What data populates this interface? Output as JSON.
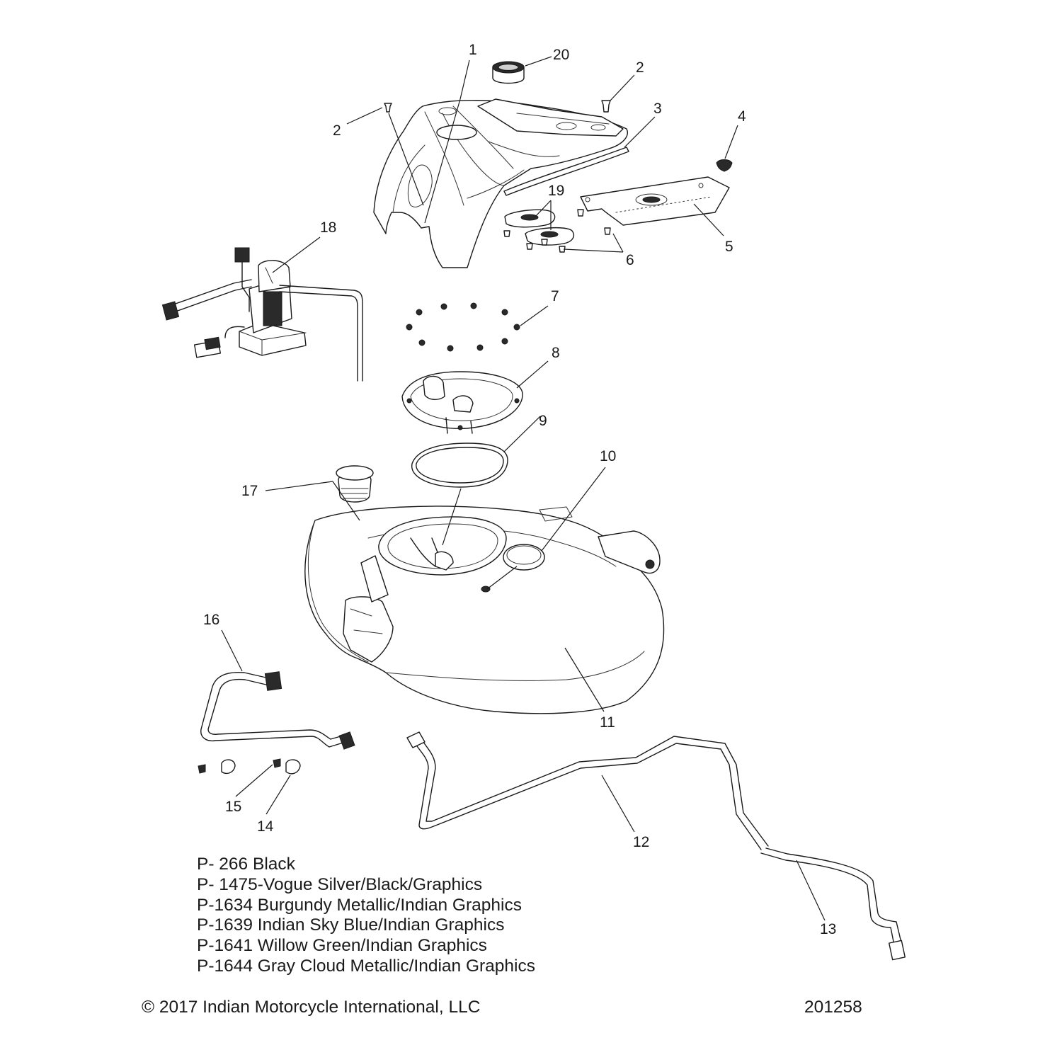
{
  "callouts": [
    "1",
    "2",
    "2",
    "3",
    "4",
    "5",
    "6",
    "7",
    "8",
    "9",
    "10",
    "11",
    "12",
    "13",
    "14",
    "15",
    "16",
    "17",
    "18",
    "19",
    "20"
  ],
  "paint_codes": [
    "P- 266 Black",
    "P- 1475-Vogue Silver/Black/Graphics",
    "P-1634 Burgundy Metallic/Indian Graphics",
    "P-1639 Indian Sky Blue/Indian Graphics",
    "P-1641 Willow Green/Indian Graphics",
    "P-1644 Gray Cloud Metallic/Indian Graphics"
  ],
  "copyright": "© 2017 Indian Motorcycle International, LLC",
  "diagram_number": "201258"
}
